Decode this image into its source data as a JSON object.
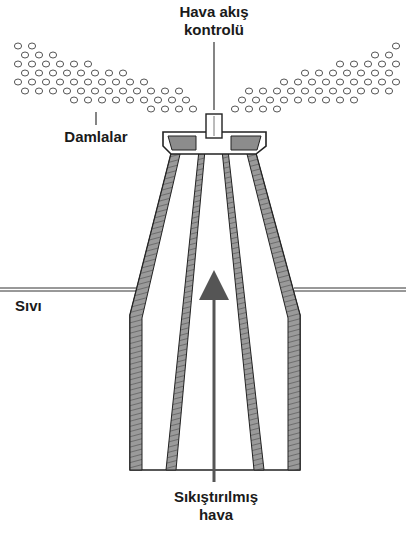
{
  "diagram": {
    "labels": [
      "Hava akış kontrolü",
      "Damlalar",
      "Sıvı",
      "Sıkıştırılmış hava"
    ]
  }
}
